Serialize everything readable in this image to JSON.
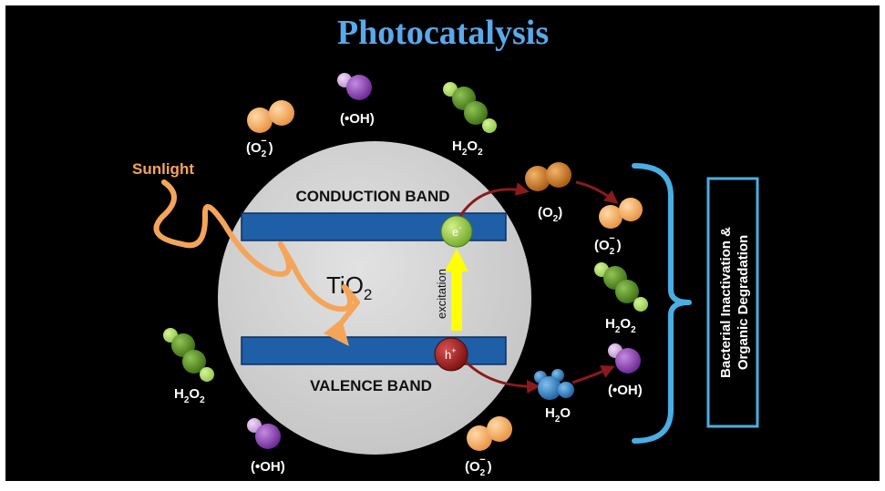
{
  "title": "Photocatalysis",
  "sunlight_label": "Sunlight",
  "catalyst": {
    "base": "TiO",
    "sub": "2"
  },
  "conduction_band_label": "CONDUCTION BAND",
  "valence_band_label": "VALENCE BAND",
  "excitation_label": "excitation",
  "electron": {
    "base": "e",
    "sup": "-"
  },
  "hole": {
    "base": "h",
    "sup": "+"
  },
  "species": {
    "superoxide": {
      "open": "(O",
      "sub": "2",
      "sup": "−",
      "close": ")"
    },
    "hydroxyl": "(•OH)",
    "peroxide": {
      "base": "H",
      "sub1": "2",
      "mid": "O",
      "sub2": "2"
    },
    "oxygen": {
      "open": "(O",
      "sub": "2",
      "close": ")"
    },
    "water": {
      "base": "H",
      "sub": "2",
      "end": "O"
    }
  },
  "outcome": {
    "line1": "Bacterial Inactivation &",
    "line2": "Organic Degradation"
  },
  "colors": {
    "background": "#000000",
    "title": "#5aa9ec",
    "circle": "#d3d3d3",
    "band": "#1f5fa8",
    "bracket": "#49aee3",
    "sunlight": "#f4a55a",
    "superoxide": "#f0a860",
    "hydroxyl": "#8b3fb5",
    "peroxide": "#4d8a1e",
    "electron": "#8dc63f",
    "hole": "#9e1b1b",
    "arrow": "#8a1b1b",
    "excitation": "#ffff00",
    "oxygen": "#c9741e",
    "water": "#2b7fc4"
  }
}
